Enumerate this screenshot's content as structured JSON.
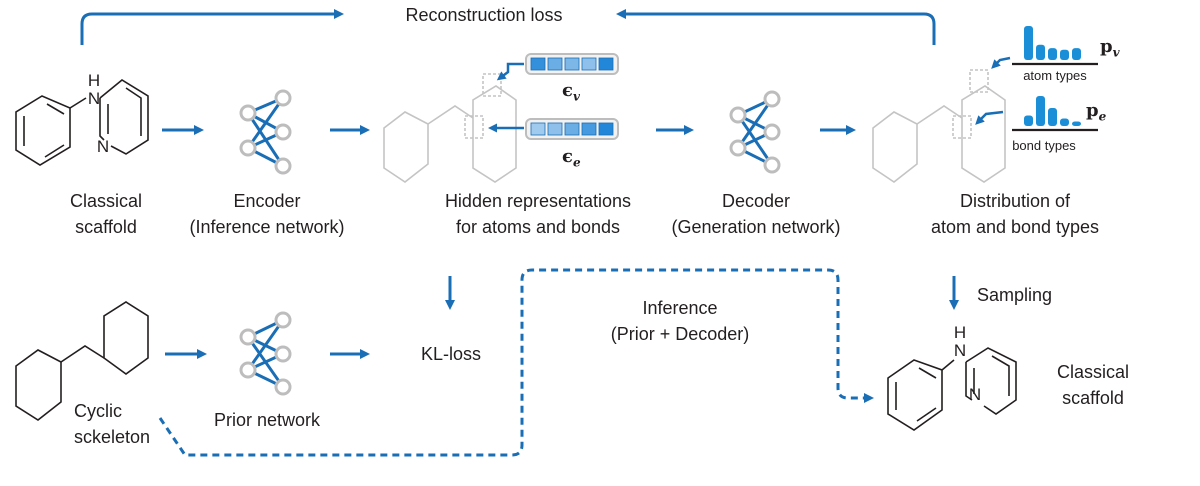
{
  "colors": {
    "accent": "#1a6eb5",
    "skeleton_gray": "#c4c4c4",
    "node_gray": "#bdbdbd",
    "text": "#231f20"
  },
  "top_loss_label": "Reconstruction loss",
  "stages": {
    "classical_scaffold": [
      "Classical",
      "scaffold"
    ],
    "encoder": [
      "Encoder",
      "(Inference network)"
    ],
    "hidden": [
      "Hidden representations",
      "for atoms and bonds"
    ],
    "decoder": [
      "Decoder",
      "(Generation network)"
    ],
    "distribution": [
      "Distribution of",
      "atom and bond types"
    ]
  },
  "noise": {
    "eps_v_base": "ϵ",
    "eps_v_sub": "v",
    "eps_e_base": "ϵ",
    "eps_e_sub": "e",
    "vector_v_cells": [
      0.85,
      0.55,
      0.45,
      0.35,
      0.95
    ],
    "vector_e_cells": [
      0.25,
      0.35,
      0.55,
      0.75,
      0.95
    ]
  },
  "distributions": {
    "atom_types_label": "atom types",
    "bond_types_label": "bond types",
    "p_v_base": "p",
    "p_v_sub": "v",
    "p_e_base": "p",
    "p_e_sub": "e",
    "atom_bars": [
      1.0,
      0.45,
      0.35,
      0.3,
      0.35
    ],
    "bond_bars": [
      0.35,
      1.0,
      0.6,
      0.25,
      0.15
    ]
  },
  "bottom": {
    "cyclic_skeleton": [
      "Cyclic",
      "sckeleton"
    ],
    "prior_network": "Prior network",
    "kl_loss": "KL-loss",
    "inference": [
      "Inference",
      "(Prior + Decoder)"
    ],
    "sampling": "Sampling",
    "output_scaffold": [
      "Classical",
      "scaffold"
    ]
  },
  "atoms": {
    "h": "H",
    "n": "N"
  }
}
